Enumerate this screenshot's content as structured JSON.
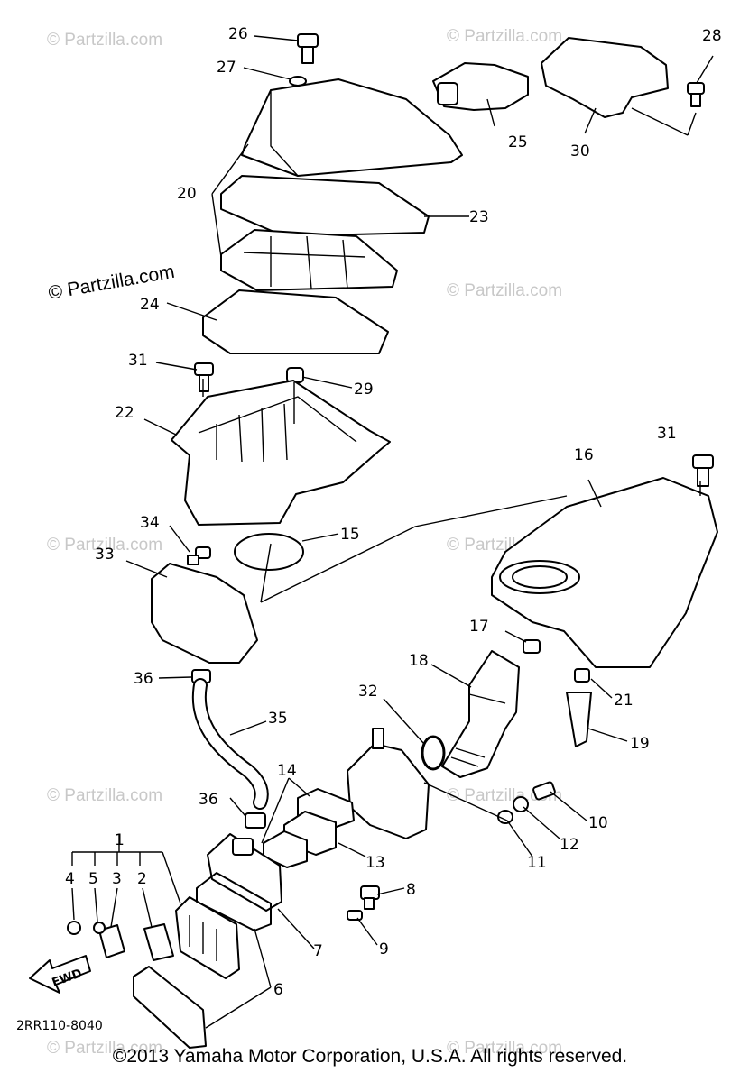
{
  "watermark": "© Partzilla.com",
  "drawing_code": "2RR110-8040",
  "fwd_label": "FWD",
  "copyright": "©2013 Yamaha Motor Corporation, U.S.A. All rights reserved.",
  "callouts": [
    "1",
    "2",
    "3",
    "4",
    "5",
    "6",
    "7",
    "8",
    "9",
    "10",
    "11",
    "12",
    "13",
    "14",
    "15",
    "16",
    "17",
    "18",
    "19",
    "20",
    "21",
    "22",
    "23",
    "24",
    "25",
    "26",
    "27",
    "28",
    "29",
    "30",
    "31",
    "31",
    "32",
    "33",
    "34",
    "35",
    "36",
    "36"
  ]
}
